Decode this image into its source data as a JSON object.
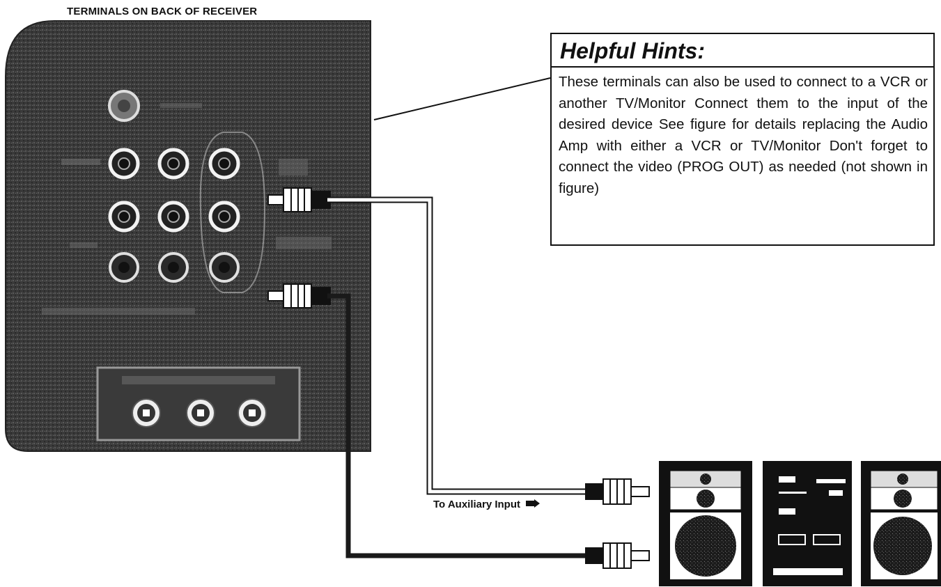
{
  "panel": {
    "title": "TERMINALS ON BACK OF RECEIVER"
  },
  "hints": {
    "title": "Helpful Hints:",
    "body": "These terminals can also be used to connect to a VCR or another TV/Monitor Connect them to the input of the desired device See figure for details replacing the Audio Amp with either a VCR or TV/Monitor Don't forget to connect the video (PROG OUT) as needed (not shown in figure)"
  },
  "aux": {
    "label": "To Auxiliary Input",
    "arrow_icon": "arrow-right-icon"
  },
  "colors": {
    "panel_dark": "#2e2e2e",
    "ink": "#111111",
    "cable_light": "#ffffff",
    "cable_dark": "#1a1a1a"
  }
}
